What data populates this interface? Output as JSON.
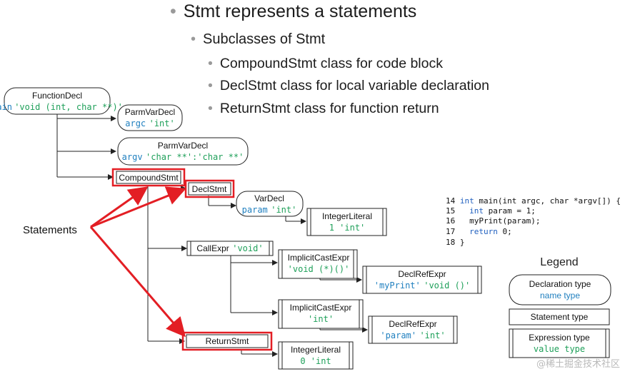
{
  "bullets": {
    "level1": "Stmt represents a statements",
    "level2": "Subclasses of Stmt",
    "level3": [
      {
        "code": "CompoundStmt",
        "text": " class for code block"
      },
      {
        "code": "DeclStmt",
        "text": " class for local variable declaration"
      },
      {
        "code": "ReturnStmt",
        "text": " class for function return"
      }
    ]
  },
  "nodes": {
    "function_decl": {
      "title": "FunctionDecl",
      "name": "main",
      "type": "'void (int, char **)'"
    },
    "parm_argc": {
      "title": "ParmVarDecl",
      "name": "argc",
      "type": "'int'"
    },
    "parm_argv": {
      "title": "ParmVarDecl",
      "name": "argv",
      "type": "'char **':'char **'"
    },
    "compound_stmt": {
      "title": "CompoundStmt"
    },
    "decl_stmt": {
      "title": "DeclStmt"
    },
    "var_decl": {
      "title": "VarDecl",
      "name": "param",
      "type": "'int'"
    },
    "integer_literal_1": {
      "title": "IntegerLiteral",
      "type": "1 'int'"
    },
    "call_expr": {
      "title": "CallExpr",
      "type": "'void'"
    },
    "implicit_cast_1": {
      "title": "ImplicitCastExpr",
      "type": "'void (*)()'"
    },
    "decl_ref_1": {
      "title": "DeclRefExpr",
      "name": "'myPrint'",
      "type": "'void ()'"
    },
    "implicit_cast_2": {
      "title": "ImplicitCastExpr",
      "type": "'int'"
    },
    "decl_ref_2": {
      "title": "DeclRefExpr",
      "name": "'param'",
      "type": "'int'"
    },
    "return_stmt": {
      "title": "ReturnStmt"
    },
    "integer_literal_0": {
      "title": "IntegerLiteral",
      "type": "0 'int"
    }
  },
  "statements_label": "Statements",
  "code_lines": [
    {
      "num": "14",
      "kw": "int",
      "rest": " main(int argc, char *argv[]) {"
    },
    {
      "num": "15",
      "kw": "  int",
      "rest": " param = 1;"
    },
    {
      "num": "16",
      "kw": "",
      "rest": "  myPrint(param);"
    },
    {
      "num": "17",
      "kw": "  return",
      "rest": " 0;"
    },
    {
      "num": "18",
      "kw": "",
      "rest": "}"
    }
  ],
  "legend": {
    "title": "Legend",
    "declaration_type": "Declaration type",
    "name_type": "name type",
    "statement_type": "Statement type",
    "expression_type": "Expression type",
    "value_type": "value type"
  },
  "watermark": "@稀土掘金技术社区",
  "colors": {
    "highlight": "#e31e24",
    "name": "#1f7fbf",
    "type": "#1fa05a"
  }
}
